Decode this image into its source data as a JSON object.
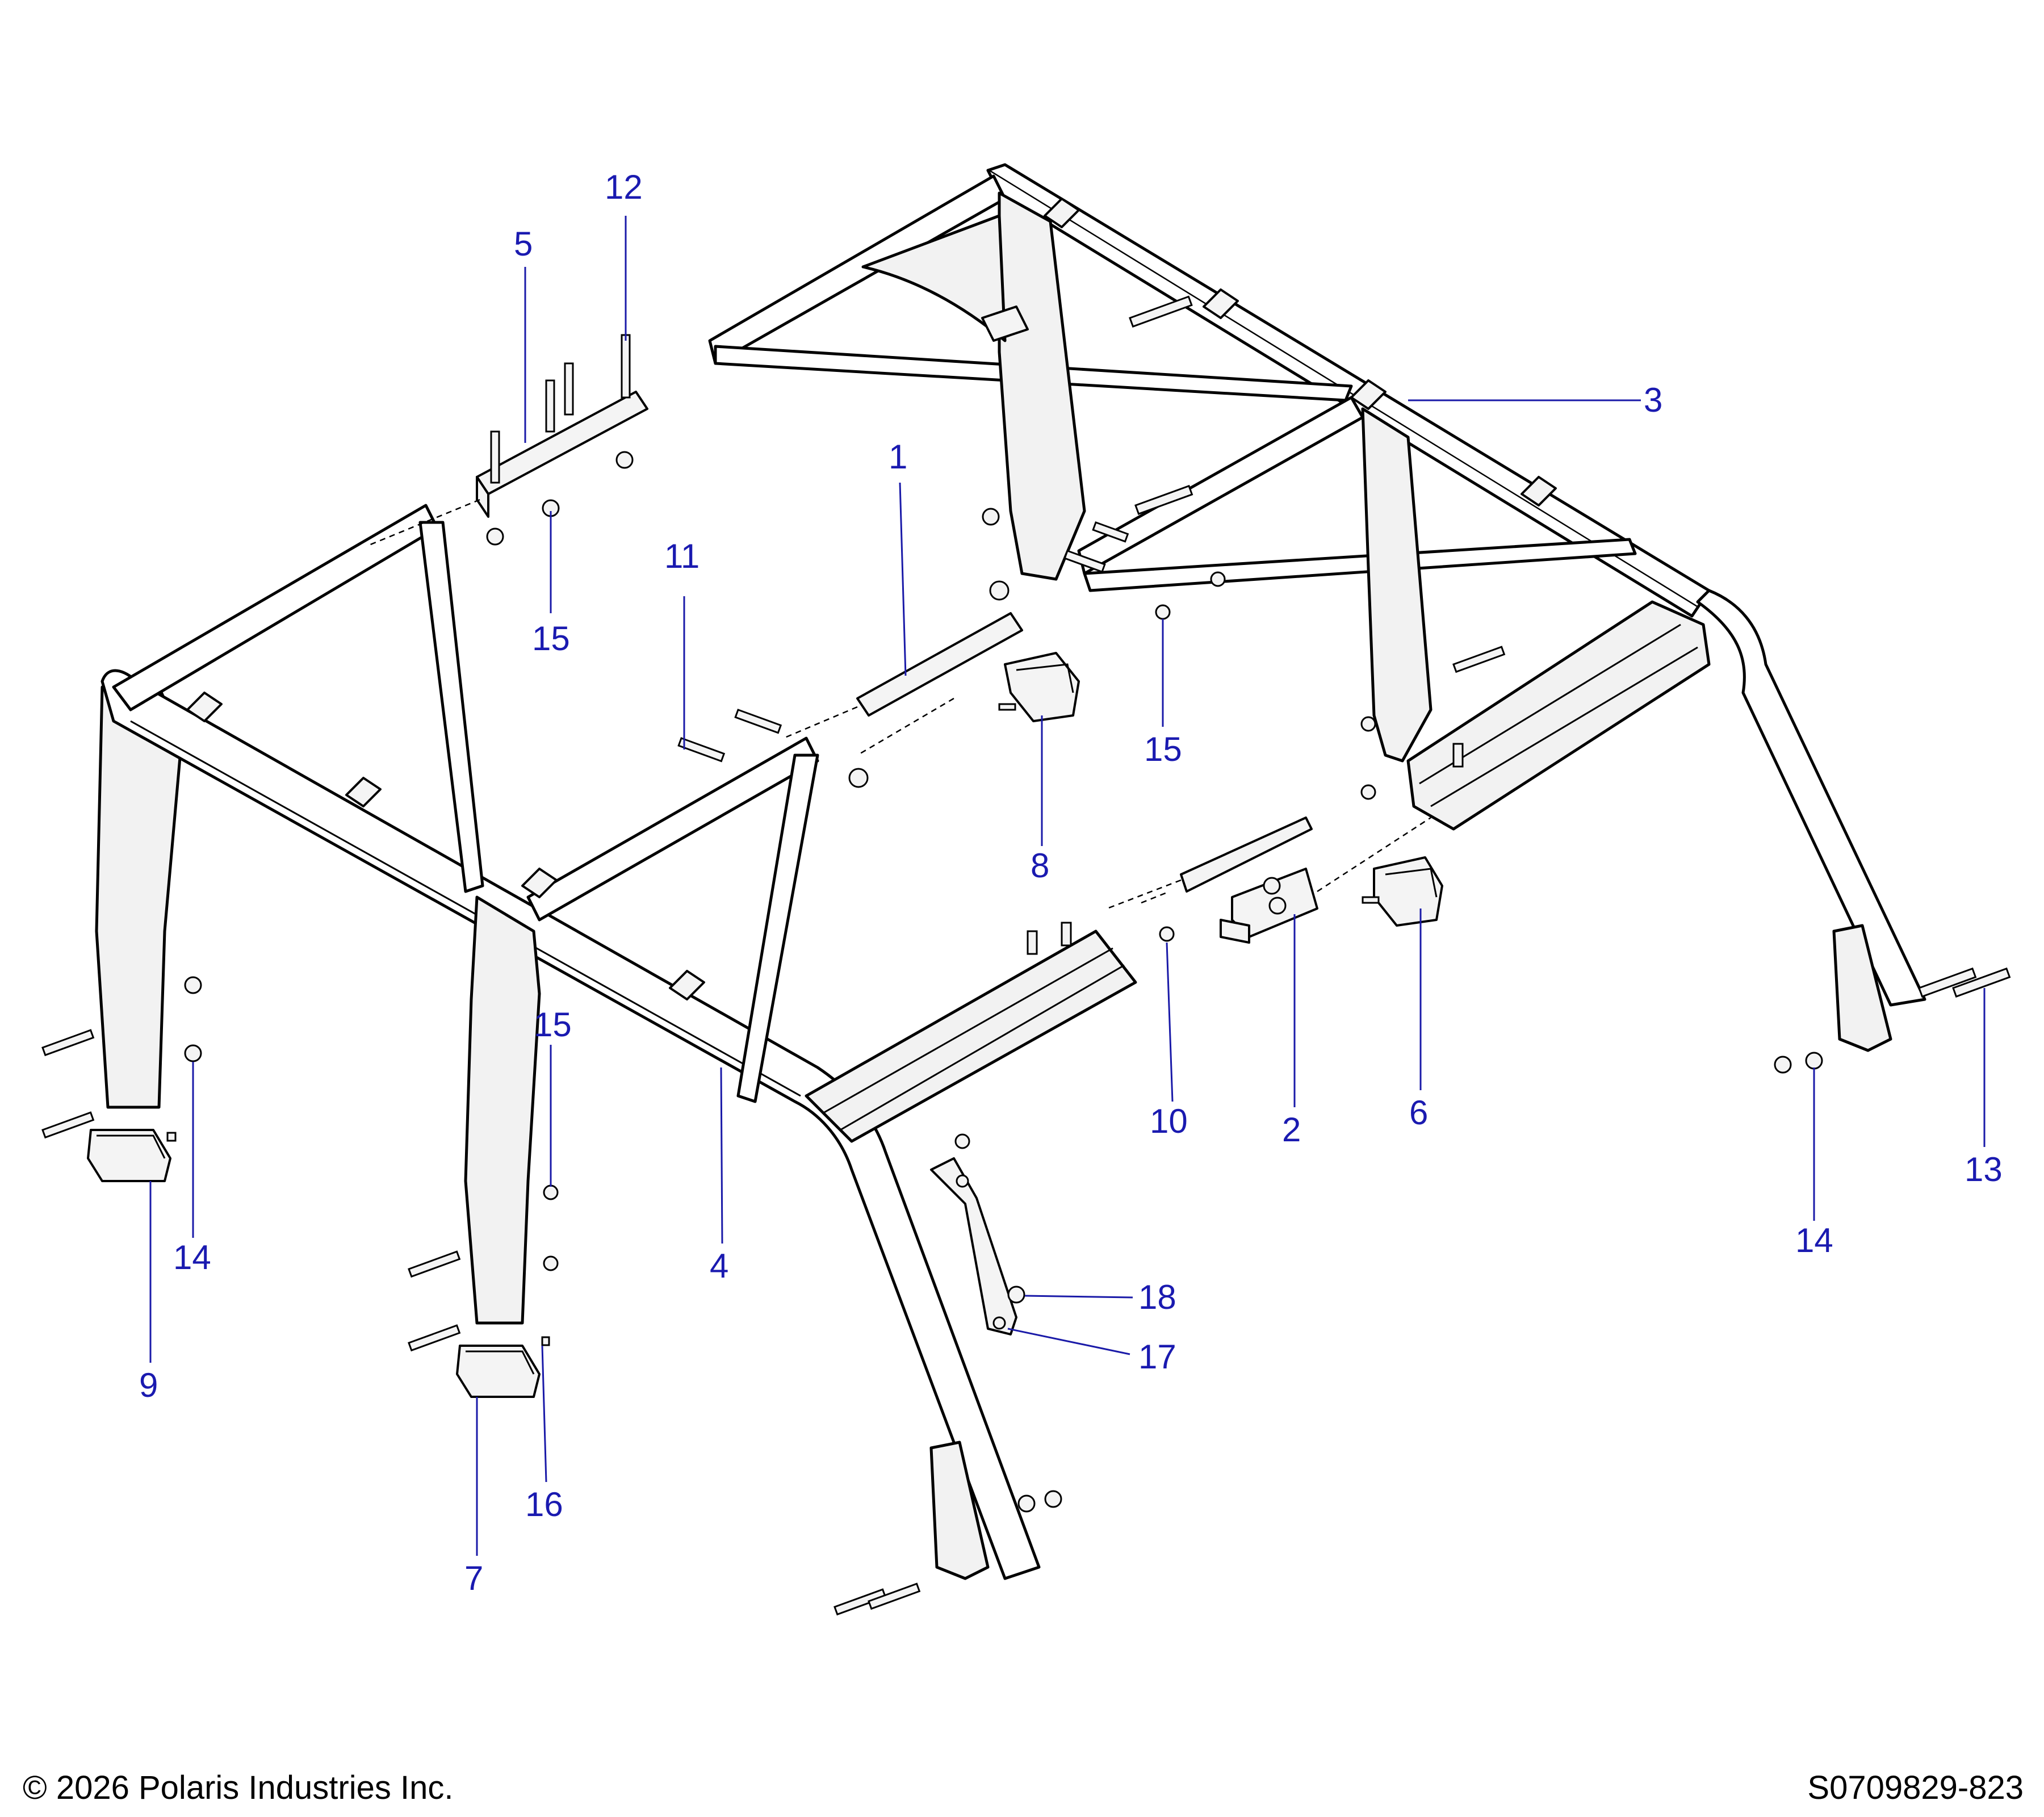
{
  "callouts": [
    {
      "id": "1",
      "label": "1"
    },
    {
      "id": "2",
      "label": "2"
    },
    {
      "id": "3",
      "label": "3"
    },
    {
      "id": "4",
      "label": "4"
    },
    {
      "id": "5",
      "label": "5"
    },
    {
      "id": "6",
      "label": "6"
    },
    {
      "id": "7",
      "label": "7"
    },
    {
      "id": "8",
      "label": "8"
    },
    {
      "id": "9",
      "label": "9"
    },
    {
      "id": "10",
      "label": "10"
    },
    {
      "id": "11",
      "label": "11"
    },
    {
      "id": "12",
      "label": "12"
    },
    {
      "id": "13",
      "label": "13"
    },
    {
      "id": "14a",
      "label": "14"
    },
    {
      "id": "14b",
      "label": "14"
    },
    {
      "id": "15a",
      "label": "15"
    },
    {
      "id": "15b",
      "label": "15"
    },
    {
      "id": "15c",
      "label": "15"
    },
    {
      "id": "16",
      "label": "16"
    },
    {
      "id": "17",
      "label": "17"
    },
    {
      "id": "18",
      "label": "18"
    }
  ],
  "footer": {
    "copyright": "© 2026 Polaris Industries Inc.",
    "drawing_number": "S0709829-823"
  },
  "colors": {
    "callout": "#1a1ab0",
    "line": "#000000",
    "background": "#ffffff"
  }
}
